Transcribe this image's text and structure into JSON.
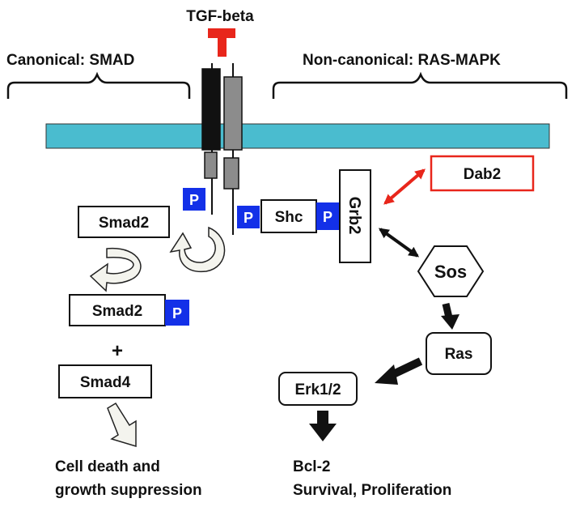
{
  "colors": {
    "membrane": "#4ABCCF",
    "phospho": "#1330E8",
    "ligand": "#E8261B",
    "dab2_border": "#E8261B",
    "receptor_dark": "#111111",
    "receptor_gray": "#8C8C8C",
    "hollow_arrow_fill": "#F4F4EE"
  },
  "ligand": {
    "label": "TGF-beta"
  },
  "pathways": {
    "canonical": "Canonical:  SMAD",
    "noncanonical": "Non-canonical:  RAS-MAPK"
  },
  "phospho_label": "P",
  "canonical": {
    "smad2_label": "Smad2",
    "smad2_p_label": "Smad2",
    "plus": "+",
    "smad4_label": "Smad4",
    "outcome_line1": "Cell death and",
    "outcome_line2": "growth suppression"
  },
  "noncanonical": {
    "shc_label": "Shc",
    "grb2_label": "Grb2",
    "dab2_label": "Dab2",
    "sos_label": "Sos",
    "ras_label": "Ras",
    "erk_label": "Erk1/2",
    "outcome_line1": "Bcl-2",
    "outcome_line2": "Survival, Proliferation"
  }
}
